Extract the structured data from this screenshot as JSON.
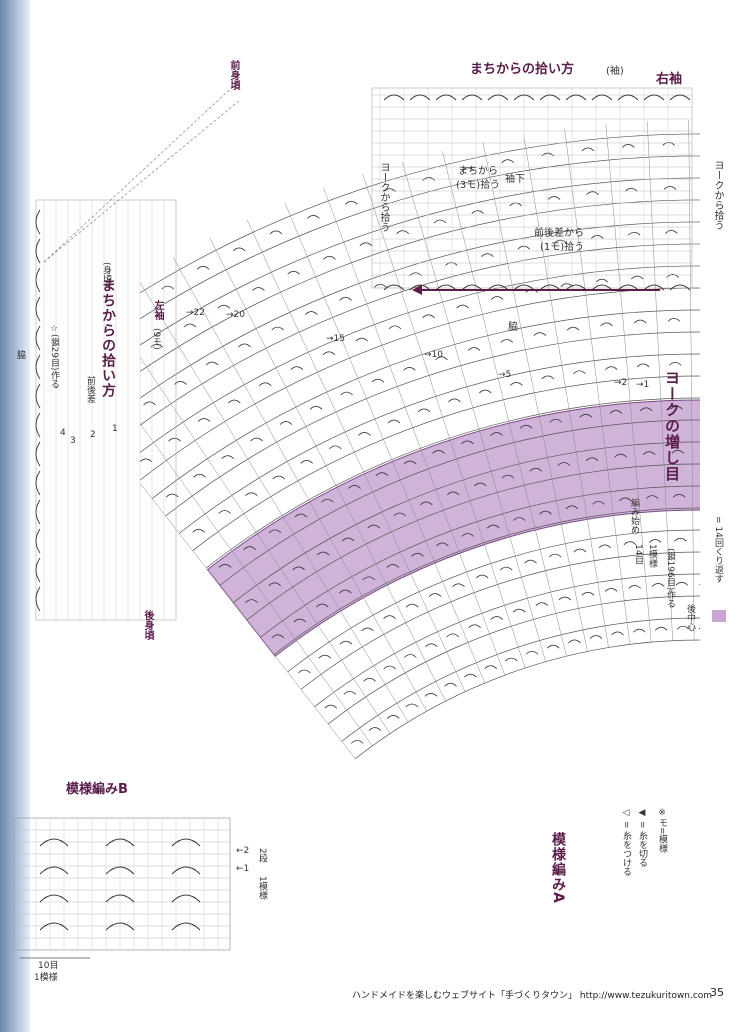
{
  "titles": {
    "sleeve_pickup": "まちからの拾い方",
    "sleeve_pickup_sub": "(袖)",
    "right_sleeve": "右袖",
    "body_pickup": "まちからの拾い方",
    "body_pickup_sub": "(身頃)",
    "yoke_increase": "ヨークの増し目",
    "pattern_b": "模様編みB",
    "pattern_a": "模様編みA"
  },
  "labels": {
    "front_neck": "前身頃",
    "back_neck": "後身頃",
    "left_sleeve": "左袖",
    "left_sleeve_sub": "(9モ)",
    "pick_from_yoke_left": "ヨークから拾う",
    "pick_from_yoke_right": "ヨークから拾う",
    "gusset_pick": "まちから",
    "gusset_pick_sub": "(3モ)拾う",
    "underarm": "袖下",
    "diff_pick": "前後差から",
    "diff_pick_sub": "(1モ)拾う",
    "side": "脇",
    "chain29": "☆(鎖29目)作る",
    "front_back_diff": "前後差",
    "side_left": "脇",
    "start": "編み始め",
    "rows14": "14目",
    "one_pattern": "1模様",
    "chain196": "(鎖196目)作る",
    "back_center": "後中心",
    "b_rows": "2段",
    "b_one_pattern": "1模様",
    "b_stitches": "10目",
    "b_pattern_unit": "1模様"
  },
  "row_numbers": {
    "yoke": [
      "22",
      "20",
      "15",
      "10",
      "5",
      "2",
      "1"
    ],
    "body": [
      "4",
      "3",
      "2",
      "1"
    ],
    "pattern_b": [
      "2",
      "1"
    ]
  },
  "legend": {
    "repeat": "= 14回くり返す",
    "repeat_color": "#c8a6d2",
    "join_yarn": "◁ = 糸をつける",
    "cut_yarn": "◀ = 糸を切る",
    "mo_note": "※モ=模様"
  },
  "footer": {
    "site": "ハンドメイドを楽しむウェブサイト「手づくりタウン」 http://www.tezukuritown.com",
    "page": "35"
  },
  "colors": {
    "title": "#5a1c4a",
    "highlight": "#c8a6d2",
    "line": "#555555"
  }
}
